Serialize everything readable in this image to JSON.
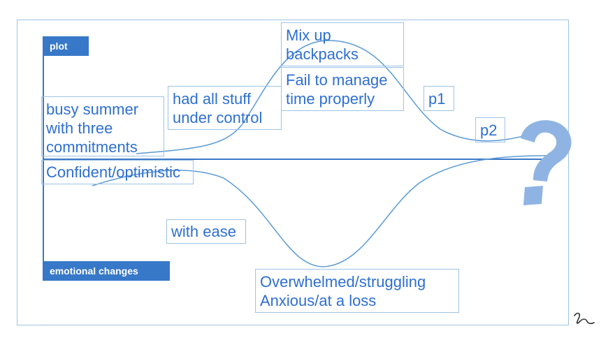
{
  "diagram": {
    "tags": {
      "plot": "plot",
      "emotional_changes": "emotional changes"
    },
    "plot_events": {
      "busy_summer": [
        "busy summer",
        "with three",
        "commitments"
      ],
      "had_all_stuff": [
        "had all stuff",
        "under control"
      ],
      "mix_up": [
        "Mix up",
        "backpacks"
      ],
      "fail_manage": [
        "Fail to manage",
        "time properly"
      ],
      "p1": "p1",
      "p2": "p2"
    },
    "emotions": {
      "confident": "Confident/optimistic",
      "with_ease": "with ease",
      "overwhelmed": [
        "Overwhelmed/struggling",
        "Anxious/at a loss"
      ]
    },
    "colors": {
      "accent": "#3778c8",
      "text": "#2e6fd1",
      "border": "#9dc3e6",
      "curve": "#5b9bd5",
      "question": "#8fb4e3"
    },
    "icons": {
      "question_mark": "question-mark-icon",
      "squiggle": "squiggle-icon"
    }
  }
}
